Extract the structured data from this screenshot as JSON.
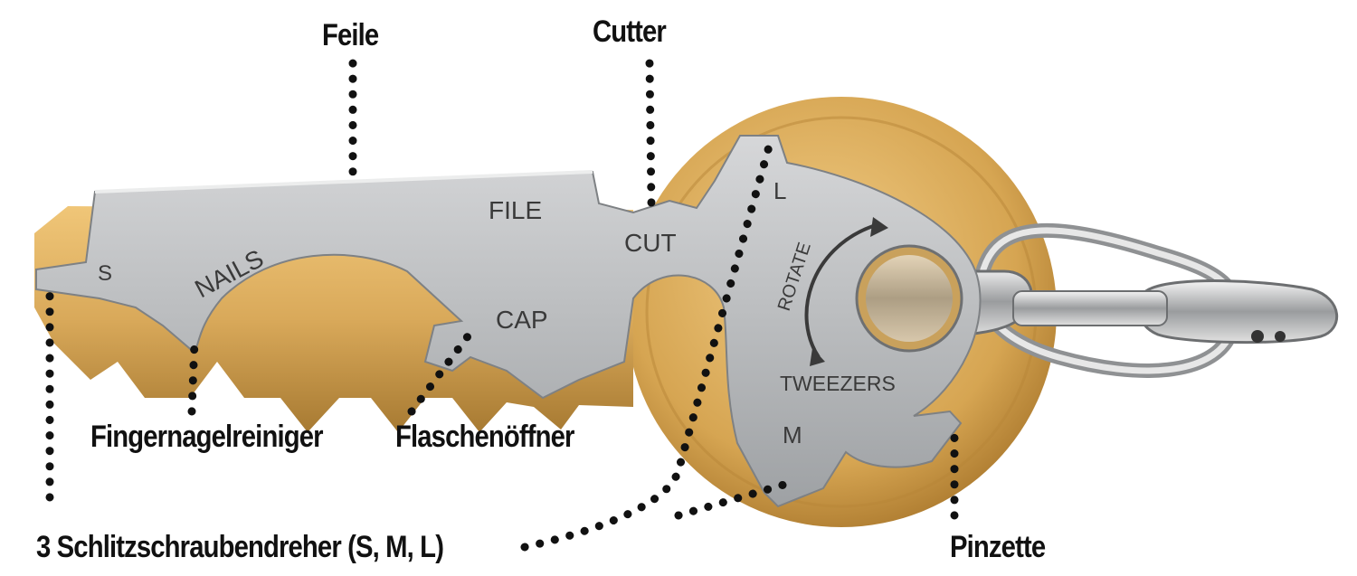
{
  "callouts": {
    "feile": "Feile",
    "cutter": "Cutter",
    "fingernagel": "Fingernagelreiniger",
    "flaschen": "Flaschenöffner",
    "schraubendreher": "3 Schlitzschraubendreher (S, M, L)",
    "pinzette": "Pinzette"
  },
  "engravings": {
    "s": "S",
    "nails": "NAILS",
    "file": "FILE",
    "cut": "CUT",
    "cap": "CAP",
    "l": "L",
    "rotate": "ROTATE",
    "tweezers": "TWEEZERS",
    "m": "M"
  },
  "colors": {
    "steel": "#b7b9bb",
    "brass": "#d9a95a",
    "dots": "#111111"
  }
}
